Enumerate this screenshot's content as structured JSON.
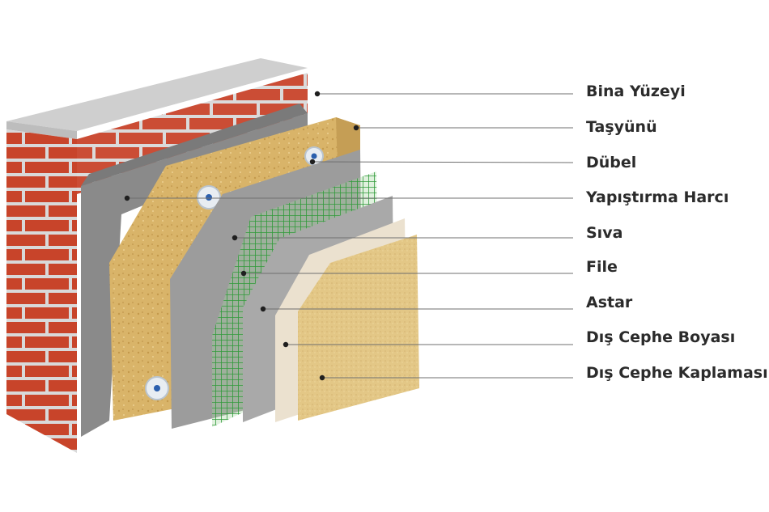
{
  "diagram": {
    "layers": [
      {
        "id": "bina-yuzeyi",
        "label": "Bina Yüzeyi"
      },
      {
        "id": "tasyunu",
        "label": "Taşyünü"
      },
      {
        "id": "dubel",
        "label": "Dübel"
      },
      {
        "id": "yapistirma-harci",
        "label": "Yapıştırma Harcı"
      },
      {
        "id": "siva",
        "label": "Sıva"
      },
      {
        "id": "file",
        "label": "File"
      },
      {
        "id": "astar",
        "label": "Astar"
      },
      {
        "id": "dis-cephe-boyasi",
        "label": "Dış Cephe Boyası"
      },
      {
        "id": "dis-cephe-kaplamasi",
        "label": "Dış Cephe Kaplaması"
      }
    ],
    "colors": {
      "brick": "#c8442a",
      "mortar": "#d9d9d9",
      "wall_top": "#cfcfcf",
      "adhesive": "#8a8a8a",
      "insulation": "#d9b469",
      "plaster": "#9c9c9c",
      "mesh": "#2f9a3a",
      "primer": "#a9a9a9",
      "paint": "#ebe1cf",
      "finish": "#e3c786",
      "leader": "#6f6f6f"
    }
  }
}
